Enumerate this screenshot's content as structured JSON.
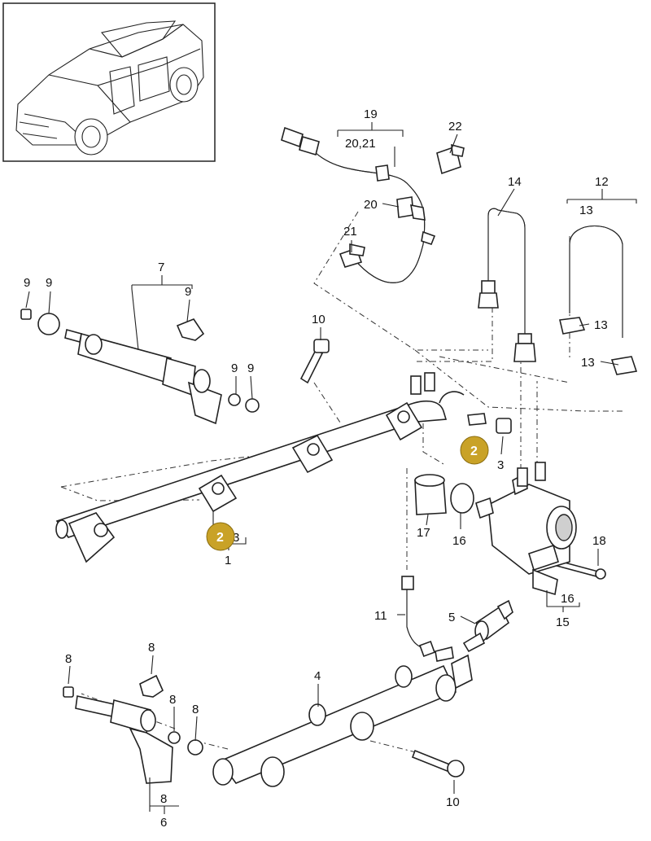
{
  "labels": {
    "p1": "1",
    "p2": "2",
    "p3": "3",
    "p4": "4",
    "p5": "5",
    "p6": "6",
    "p7": "7",
    "p8": "8",
    "p9": "9",
    "p10": "10",
    "p11": "11",
    "p12": "12",
    "p13": "13",
    "p14": "14",
    "p15": "15",
    "p16": "16",
    "p17": "17",
    "p18": "18",
    "p19": "19",
    "p20": "20",
    "p20_21": "20,21",
    "p21": "21",
    "p22": "22"
  },
  "badges": {
    "a": "2",
    "b": "2"
  },
  "colors": {
    "badge_fill": "#c9a227",
    "badge_stroke": "#8a6d10"
  }
}
